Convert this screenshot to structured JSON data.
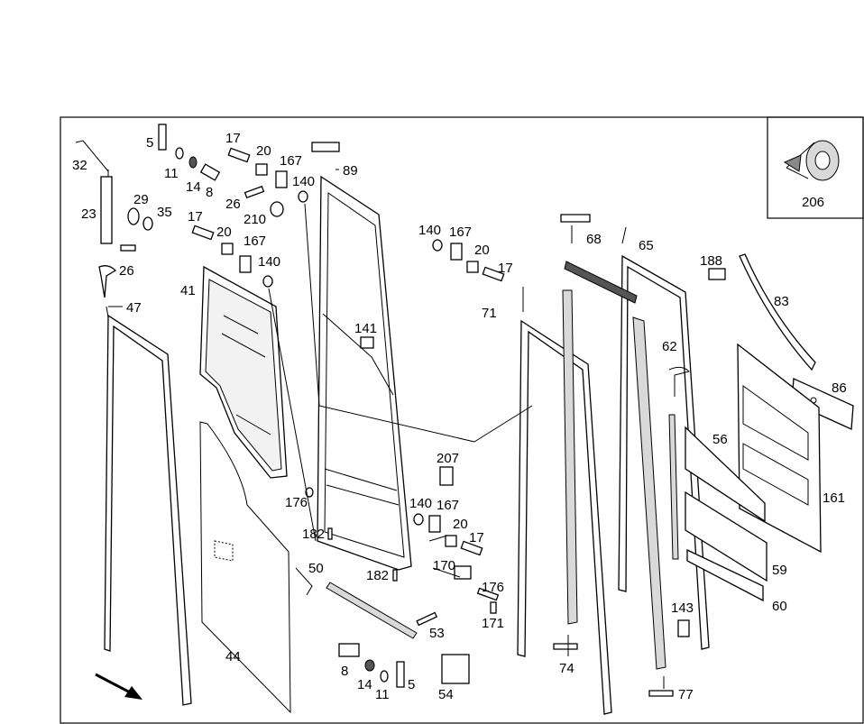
{
  "labels": {
    "p5a": "5",
    "p32": "32",
    "p11a": "11",
    "p17a": "17",
    "p20a": "20",
    "p167a": "167",
    "p89": "89",
    "p14a": "14",
    "p8a": "8",
    "p140a": "140",
    "p29": "29",
    "p23": "23",
    "p35": "35",
    "p26a": "26",
    "p210": "210",
    "p17b": "17",
    "p20b": "20",
    "p167b": "167",
    "p140b": "140",
    "p26b": "26",
    "p47": "47",
    "p41": "41",
    "p141": "141",
    "p140c": "140",
    "p167c": "167",
    "p20c": "20",
    "p17c": "17",
    "p71": "71",
    "p68": "68",
    "p65": "65",
    "p188": "188",
    "p83": "83",
    "p62": "62",
    "p86": "86",
    "p56": "56",
    "p161": "161",
    "p207": "207",
    "p176a": "176",
    "p182a": "182",
    "p140d": "140",
    "p167d": "167",
    "p20d": "20",
    "p17d": "17",
    "p50": "50",
    "p182b": "182",
    "p170": "170",
    "p176b": "176",
    "p171": "171",
    "p53": "53",
    "p59": "59",
    "p60": "60",
    "p143": "143",
    "p44": "44",
    "p74": "74",
    "p77": "77",
    "p8b": "8",
    "p14b": "14",
    "p11b": "11",
    "p5b": "5",
    "p54": "54",
    "p206": "206"
  }
}
